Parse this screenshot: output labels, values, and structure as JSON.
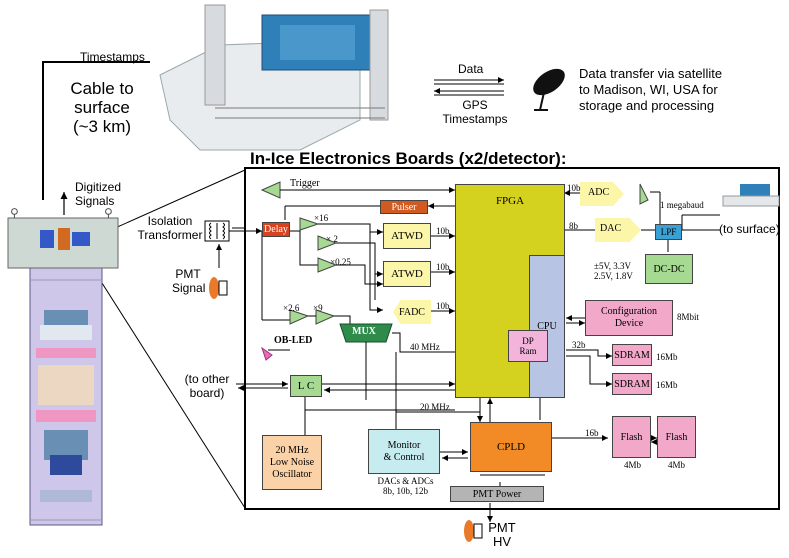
{
  "top": {
    "timestamps_left": "Timestamps",
    "cable_line1": "Cable to",
    "cable_line2": "surface",
    "cable_line3": "(~3 km)",
    "data": "Data",
    "gps_line1": "GPS",
    "gps_line2": "Timestamps",
    "sat_line1": "Data transfer via satellite",
    "sat_line2": "to Madison, WI, USA for",
    "sat_line3": "storage and processing"
  },
  "title": "In-Ice Electronics Boards (x2/detector):",
  "left": {
    "digitized_line1": "Digitized",
    "digitized_line2": "Signals",
    "isolation_line1": "Isolation",
    "isolation_line2": "Transformer",
    "pmt_signal_line1": "PMT",
    "pmt_signal_line2": "Signal",
    "other_board_line1": "(to other",
    "other_board_line2": "board)",
    "pmt_hv_line1": "PMT",
    "pmt_hv_line2": "HV"
  },
  "board": {
    "trigger": "Trigger",
    "pulser": "Pulser",
    "delay": "Delay",
    "x16": "×16",
    "x2": "× 2",
    "x025": "×0.25",
    "x26": "×2.6",
    "x9": "×9",
    "atwd1": "ATWD",
    "atwd2": "ATWD",
    "fadc": "FADC",
    "mux": "MUX",
    "obled": "OB-LED",
    "mhz40": "40 MHz",
    "mhz20": "20  MHz",
    "lc": "L C",
    "osc_line1": "20 MHz",
    "osc_line2": "Low Noise",
    "osc_line3": "Oscillator",
    "monitor_line1": "Monitor",
    "monitor_line2": "& Control",
    "dacadc_line1": "DACs & ADCs",
    "dacadc_line2": "8b, 10b, 12b",
    "fpga": "FPGA",
    "cpu": "CPU",
    "dpram_line1": "DP",
    "dpram_line2": "Ram",
    "cpld": "CPLD",
    "pmt_power": "PMT Power",
    "adc": "ADC",
    "dac": "DAC",
    "lpf": "LPF",
    "dcdc": "DC-DC",
    "megabaud": "1 megabaud",
    "to_surface": "(to surface)",
    "volt_line1": "±5V, 3.3V",
    "volt_line2": "2.5V, 1.8V",
    "config_line1": "Configuration",
    "config_line2": "Device",
    "mbit8": "8Mbit",
    "sdram1": "SDRAM",
    "sdram2": "SDRAM",
    "mb16a": "16Mb",
    "mb16b": "16Mb",
    "b32": "32b",
    "flash1": "Flash",
    "flash2": "Flash",
    "mb4a": "4Mb",
    "mb4b": "4Mb",
    "b16": "16b",
    "b10a": "10b",
    "b10b": "10b",
    "b10c": "10b",
    "b10d": "10b",
    "b8": "8b"
  },
  "colors": {
    "fpga": "#d4d21e",
    "cpu": "#b8c4e4",
    "cpld": "#f28a25",
    "pulser": "#d05a20",
    "yellow_box": "#fbf6a8",
    "green": "#a6d991",
    "mux": "#2e8b4a",
    "pink": "#f2a9c9",
    "cyan": "#c6ecef",
    "lpf": "#3aa1d6",
    "osc": "#fbd2a8",
    "dpram": "#f3b4dc",
    "gray": "#b4b4b4"
  }
}
